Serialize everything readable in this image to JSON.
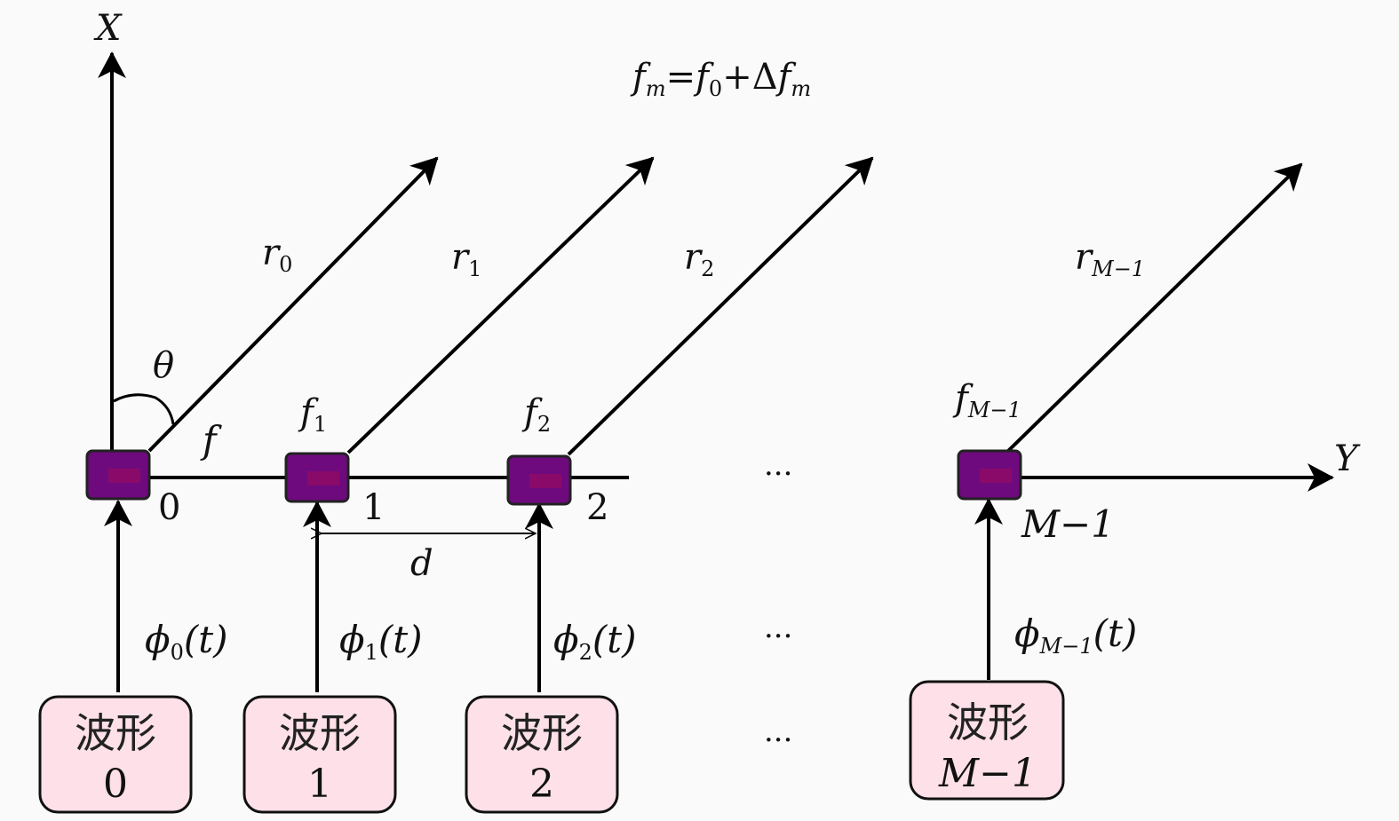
{
  "axes": {
    "x": "X",
    "y": "Y"
  },
  "formula": {
    "lhs": "f",
    "lhs_sub": "m",
    "eq": "=",
    "f0": "f",
    "f0_sub": "0",
    "plus": "+Δ",
    "rhs": "f",
    "rhs_sub": "m"
  },
  "angle_label": "θ",
  "freq_label": "f",
  "spacing_label": "d",
  "ellipsis": "···",
  "elements": [
    {
      "index": "0",
      "range": "r",
      "range_sub": "0",
      "freq": "",
      "freq_sub": "",
      "phase": "ϕ",
      "phase_sub": "0",
      "phase_arg": "(t)",
      "wave_label": "波形",
      "wave_num": "0"
    },
    {
      "index": "1",
      "range": "r",
      "range_sub": "1",
      "freq": "f",
      "freq_sub": "1",
      "phase": "ϕ",
      "phase_sub": "1",
      "phase_arg": "(t)",
      "wave_label": "波形",
      "wave_num": "1"
    },
    {
      "index": "2",
      "range": "r",
      "range_sub": "2",
      "freq": "f",
      "freq_sub": "2",
      "phase": "ϕ",
      "phase_sub": "2",
      "phase_arg": "(t)",
      "wave_label": "波形",
      "wave_num": "2"
    },
    {
      "index": "M−1",
      "range": "r",
      "range_sub": "M−1",
      "freq": "f",
      "freq_sub": "M−1",
      "phase": "ϕ",
      "phase_sub": "M−1",
      "phase_arg": "(t)",
      "wave_label": "波形",
      "wave_num": "M−1"
    }
  ],
  "colors": {
    "element_fill": "#6e0a7e",
    "element_accent": "#8a0a6a",
    "waveform_fill": "#fde0e8",
    "waveform_stroke": "#111111"
  }
}
